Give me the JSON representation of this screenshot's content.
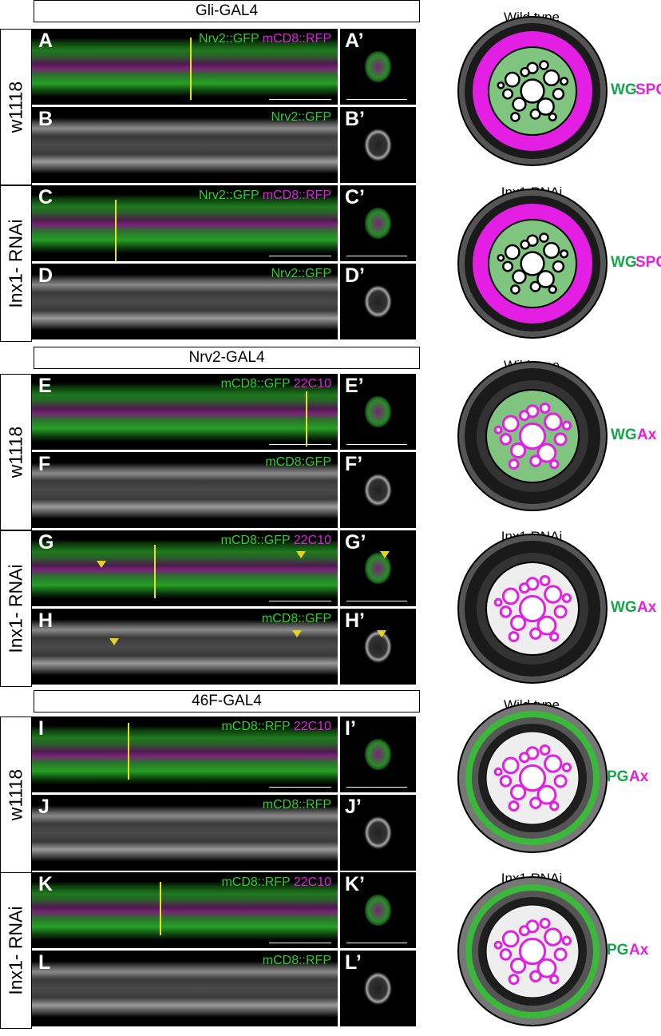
{
  "sections": [
    {
      "header": "Gli-GAL4",
      "rows": [
        {
          "label": "w1118",
          "panels": [
            {
              "letter": "A",
              "prime": "A’",
              "label_parts": [
                {
                  "text": "Nrv2::GFP",
                  "color": "green"
                },
                {
                  "text": " mCD8::RFP",
                  "color": "magenta"
                }
              ],
              "style": "merge"
            },
            {
              "letter": "B",
              "prime": "B’",
              "label_parts": [
                {
                  "text": "Nrv2::GFP",
                  "color": "green"
                }
              ],
              "style": "gray"
            }
          ]
        },
        {
          "label": "Inx1- RNAi",
          "panels": [
            {
              "letter": "C",
              "prime": "C’",
              "label_parts": [
                {
                  "text": "Nrv2::GFP",
                  "color": "green"
                },
                {
                  "text": " mCD8::RFP",
                  "color": "magenta"
                }
              ],
              "style": "merge"
            },
            {
              "letter": "D",
              "prime": "D’",
              "label_parts": [
                {
                  "text": "Nrv2::GFP",
                  "color": "green"
                }
              ],
              "style": "gray"
            }
          ]
        }
      ],
      "diagrams": [
        {
          "title": "Wild type",
          "label_a": "WG",
          "label_b": "SPG"
        },
        {
          "title": "Inx1 RNAi",
          "label_a": "WG",
          "label_b": "SPG"
        }
      ]
    },
    {
      "header": "Nrv2-GAL4",
      "rows": [
        {
          "label": "w1118",
          "panels": [
            {
              "letter": "E",
              "prime": "E’",
              "label_parts": [
                {
                  "text": "mCD8::GFP",
                  "color": "green"
                },
                {
                  "text": " 22C10",
                  "color": "magenta"
                }
              ],
              "style": "merge"
            },
            {
              "letter": "F",
              "prime": "F’",
              "label_parts": [
                {
                  "text": "mCD8:GFP",
                  "color": "green"
                }
              ],
              "style": "gray"
            }
          ]
        },
        {
          "label": "Inx1- RNAi",
          "panels": [
            {
              "letter": "G",
              "prime": "G’",
              "label_parts": [
                {
                  "text": "mCD8::GFP",
                  "color": "green"
                },
                {
                  "text": " 22C10",
                  "color": "magenta"
                }
              ],
              "style": "merge"
            },
            {
              "letter": "H",
              "prime": "H’",
              "label_parts": [
                {
                  "text": "mCD8::GFP",
                  "color": "green"
                }
              ],
              "style": "gray"
            }
          ]
        }
      ],
      "diagrams": [
        {
          "title": "Wild type",
          "label_a": "WG",
          "label_b": "Ax"
        },
        {
          "title": "Inx1 RNAi",
          "label_a": "WG",
          "label_b": "Ax"
        }
      ]
    },
    {
      "header": "46F-GAL4",
      "rows": [
        {
          "label": "w1118",
          "panels": [
            {
              "letter": "I",
              "prime": "I’",
              "label_parts": [
                {
                  "text": "mCD8::RFP",
                  "color": "green"
                },
                {
                  "text": " 22C10",
                  "color": "magenta"
                }
              ],
              "style": "merge"
            },
            {
              "letter": "J",
              "prime": "J’",
              "label_parts": [
                {
                  "text": "mCD8::RFP",
                  "color": "green"
                }
              ],
              "style": "gray"
            }
          ]
        },
        {
          "label": "Inx1- RNAi",
          "panels": [
            {
              "letter": "K",
              "prime": "K’",
              "label_parts": [
                {
                  "text": "mCD8::RFP",
                  "color": "green"
                },
                {
                  "text": " 22C10",
                  "color": "magenta"
                }
              ],
              "style": "merge"
            },
            {
              "letter": "L",
              "prime": "L’",
              "label_parts": [
                {
                  "text": "mCD8::RFP",
                  "color": "green"
                }
              ],
              "style": "gray"
            }
          ]
        }
      ],
      "diagrams": [
        {
          "title": "Wild type",
          "label_a": "PG",
          "label_b": "Ax"
        },
        {
          "title": "Inx1 RNAi",
          "label_a": "PG",
          "label_b": "Ax"
        }
      ]
    }
  ],
  "colors": {
    "green": "#27d427",
    "magenta": "#e21fe2",
    "label_green": "#17a54a",
    "label_magenta": "#e81fd9",
    "marker_yellow": "#e7e21f"
  }
}
